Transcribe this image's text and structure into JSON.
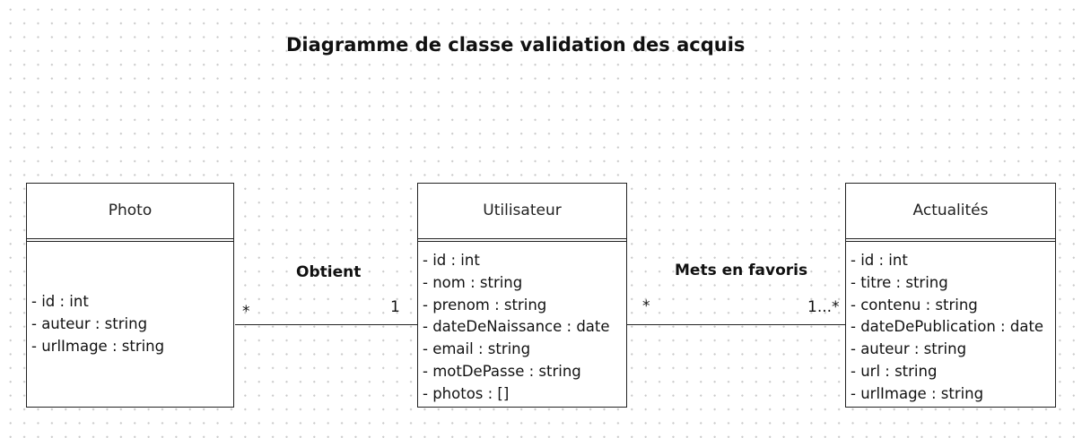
{
  "title": "Diagramme de classe validation des acquis",
  "classes": {
    "photo": {
      "name": "Photo",
      "attributes": [
        "- id : int",
        "- auteur : string",
        "- urlImage : string"
      ]
    },
    "utilisateur": {
      "name": "Utilisateur",
      "attributes": [
        "- id : int",
        "- nom : string",
        "- prenom : string",
        "- dateDeNaissance : date",
        "- email : string",
        "- motDePasse : string",
        "- photos : []"
      ]
    },
    "actualites": {
      "name": "Actualités",
      "attributes": [
        "- id : int",
        "- titre : string",
        "- contenu : string",
        "- dateDePublication : date",
        "- auteur : string",
        "- url : string",
        "- urlImage : string"
      ]
    }
  },
  "associations": {
    "obtient": {
      "label": "Obtient",
      "from_multiplicity": "*",
      "to_multiplicity": "1"
    },
    "favoris": {
      "label": "Mets en favoris",
      "from_multiplicity": "*",
      "to_multiplicity": "1...*"
    }
  }
}
